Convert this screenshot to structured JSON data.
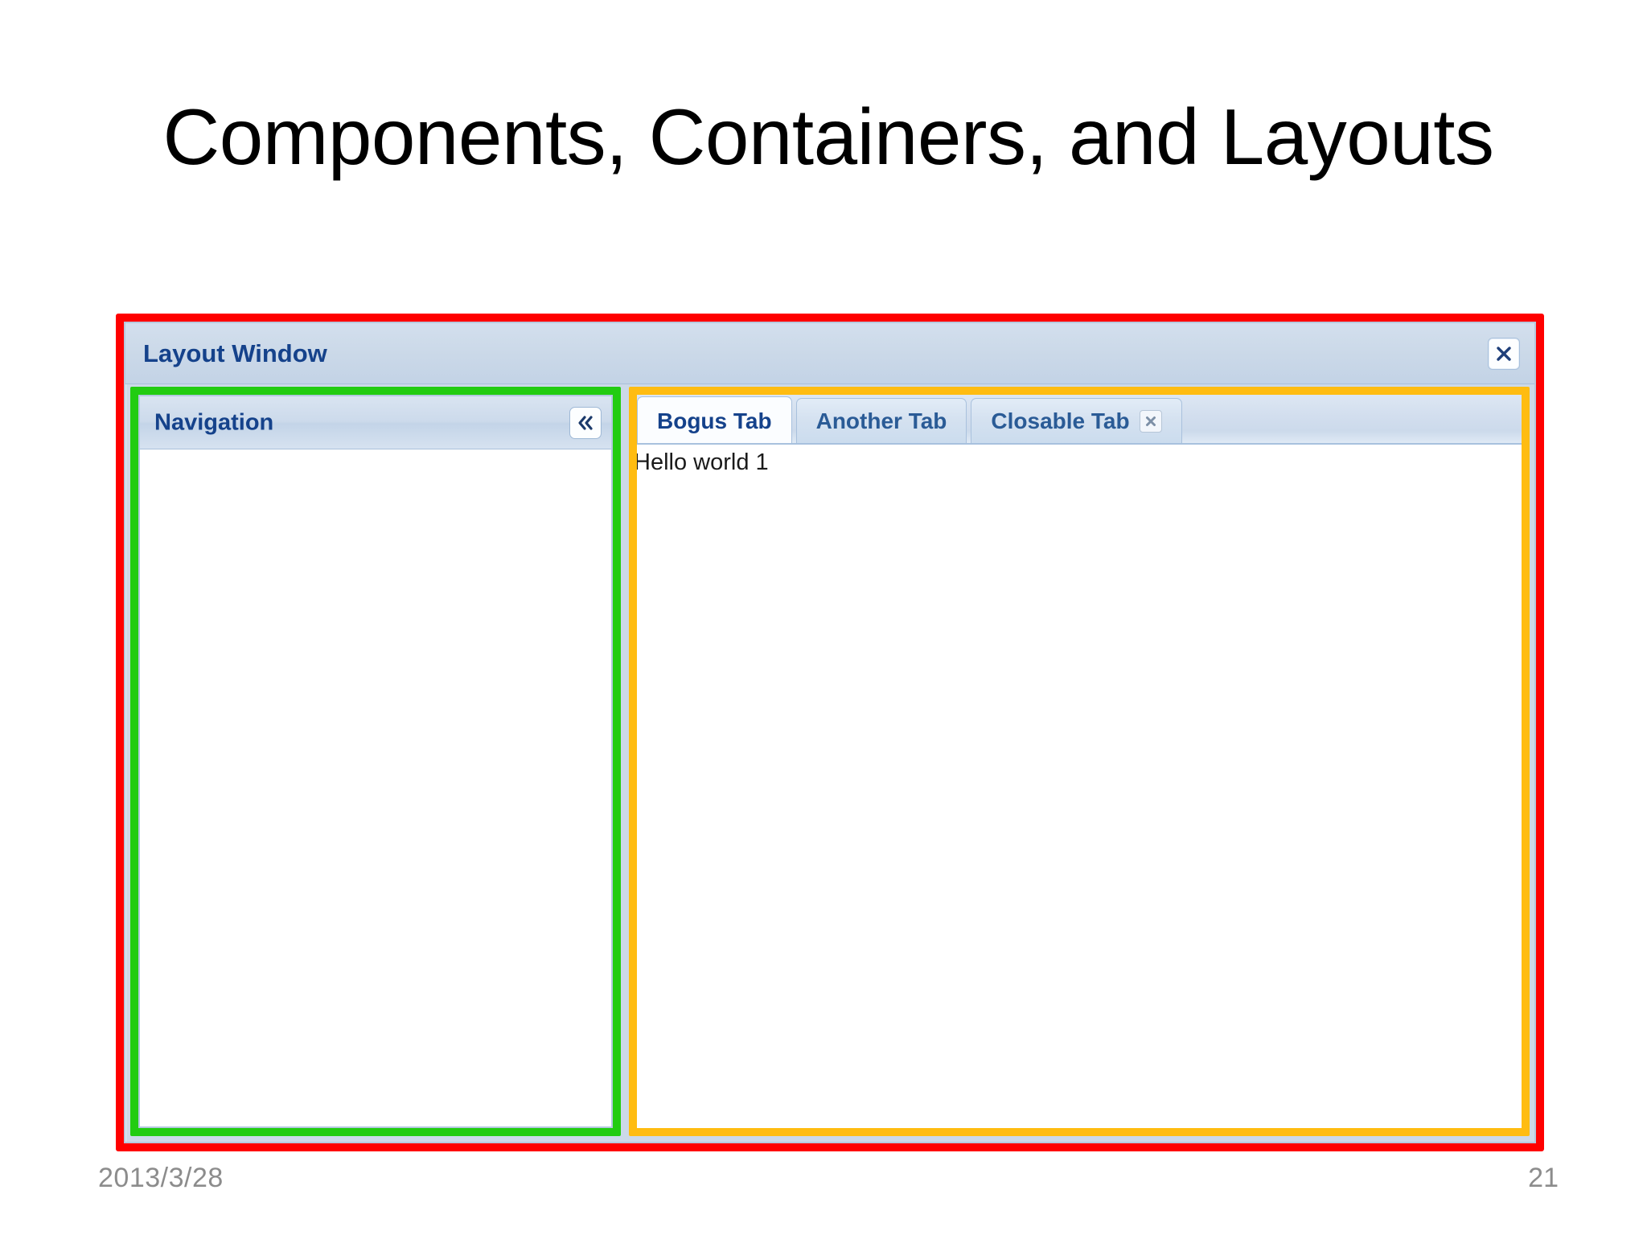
{
  "slide": {
    "title": "Components, Containers, and Layouts",
    "footer_date": "2013/3/28",
    "page_number": "21"
  },
  "window": {
    "title": "Layout Window",
    "close_button": {
      "icon": "close-x-icon",
      "label": "✕"
    },
    "highlight_color": "#ff0000"
  },
  "navigation": {
    "header_title": "Navigation",
    "collapse_button": {
      "icon": "chevron-double-left-icon",
      "label": "«"
    },
    "body_text": "",
    "highlight_color": "#22cc11"
  },
  "tab_panel": {
    "highlight_color": "#ffbc11",
    "tabs": [
      {
        "label": "Bogus Tab",
        "active": true,
        "closable": false
      },
      {
        "label": "Another Tab",
        "active": false,
        "closable": false
      },
      {
        "label": "Closable Tab",
        "active": false,
        "closable": true
      }
    ],
    "close_icon": "tab-close-icon",
    "content_text": "Hello world 1"
  }
}
